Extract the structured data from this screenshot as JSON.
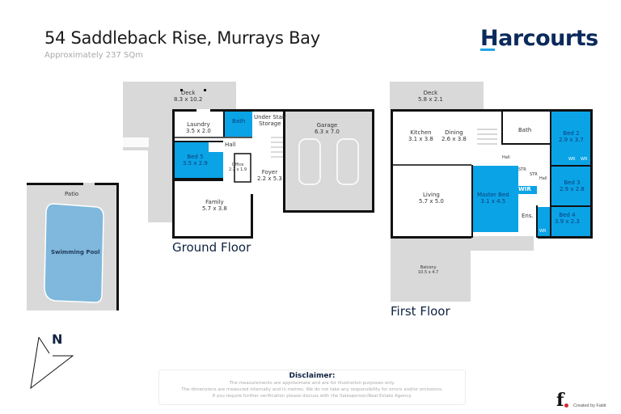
{
  "header": {
    "address": "54 Saddleback Rise, Murrays Bay",
    "area": "Approximately 237 SQm"
  },
  "brand": {
    "name": "Harcourts",
    "color": "#0b2a5b",
    "accent": "#1fa3e8"
  },
  "colors": {
    "bedroom_blue": "#0aa3e6",
    "pool_blue": "#7fb8dc",
    "outdoor_grey": "#d9d9d9",
    "wall": "#111111"
  },
  "outdoor": {
    "patio": "Patio",
    "pool": "Swimming Pool"
  },
  "ground_floor": {
    "label": "Ground Floor",
    "rooms": {
      "deck": {
        "name": "Deck",
        "size": "8.3 x 10.2"
      },
      "laundry": {
        "name": "Laundry",
        "size": "3.5 x 2.0"
      },
      "bath": {
        "name": "Bath"
      },
      "under_stair": {
        "name": "Under Stair",
        "name2": "Storage"
      },
      "garage": {
        "name": "Garage",
        "size": "6.3 x 7.0"
      },
      "hall": {
        "name": "Hall"
      },
      "bed5": {
        "name": "Bed 5",
        "size": "3.5 x 2.9"
      },
      "office": {
        "name": "Office",
        "size": "2.2 x 1.9"
      },
      "foyer": {
        "name": "Foyer",
        "size": "2.2 x 5.3"
      },
      "family": {
        "name": "Family",
        "size": "5.7 x 3.8"
      }
    }
  },
  "first_floor": {
    "label": "First Floor",
    "rooms": {
      "deck": {
        "name": "Deck",
        "size": "5.8 x 2.1"
      },
      "kitchen": {
        "name": "Kitchen",
        "size": "3.1 x 3.8"
      },
      "dining": {
        "name": "Dining",
        "size": "2.6 x 3.8"
      },
      "bath": {
        "name": "Bath"
      },
      "bed2": {
        "name": "Bed 2",
        "size": "2.9 x 3.7"
      },
      "wr1": {
        "name": "WR"
      },
      "wr2": {
        "name": "WR"
      },
      "hall1": {
        "name": "Hall"
      },
      "str1": {
        "name": "STR"
      },
      "str2": {
        "name": "STR"
      },
      "hall2": {
        "name": "Hall"
      },
      "wir": {
        "name": "WIR"
      },
      "living": {
        "name": "Living",
        "size": "5.7 x 5.0"
      },
      "master": {
        "name": "Master Bed",
        "size": "3.1 x 4.5"
      },
      "bed3": {
        "name": "Bed 3",
        "size": "2.9 x 2.8"
      },
      "ens": {
        "name": "Ens."
      },
      "bed4": {
        "name": "Bed 4",
        "size": "3.9 x 2.3"
      },
      "wr3": {
        "name": "WR"
      },
      "balcony": {
        "name": "Balcony",
        "size": "10.5 x 4.7"
      }
    }
  },
  "compass": {
    "label": "N"
  },
  "disclaimer": {
    "title": "Disclaimer:",
    "lines": [
      "The measurements are approximate and are for illustration purposes only.",
      "The dimensions are measured internally and in metres. We do not take any responsibility for errors and/or omissions.",
      "If you require further verification please discuss with the Salesperson/Real Estate Agency."
    ]
  },
  "footer": {
    "logo_letter": "f",
    "credit": "Created by Fabit"
  }
}
